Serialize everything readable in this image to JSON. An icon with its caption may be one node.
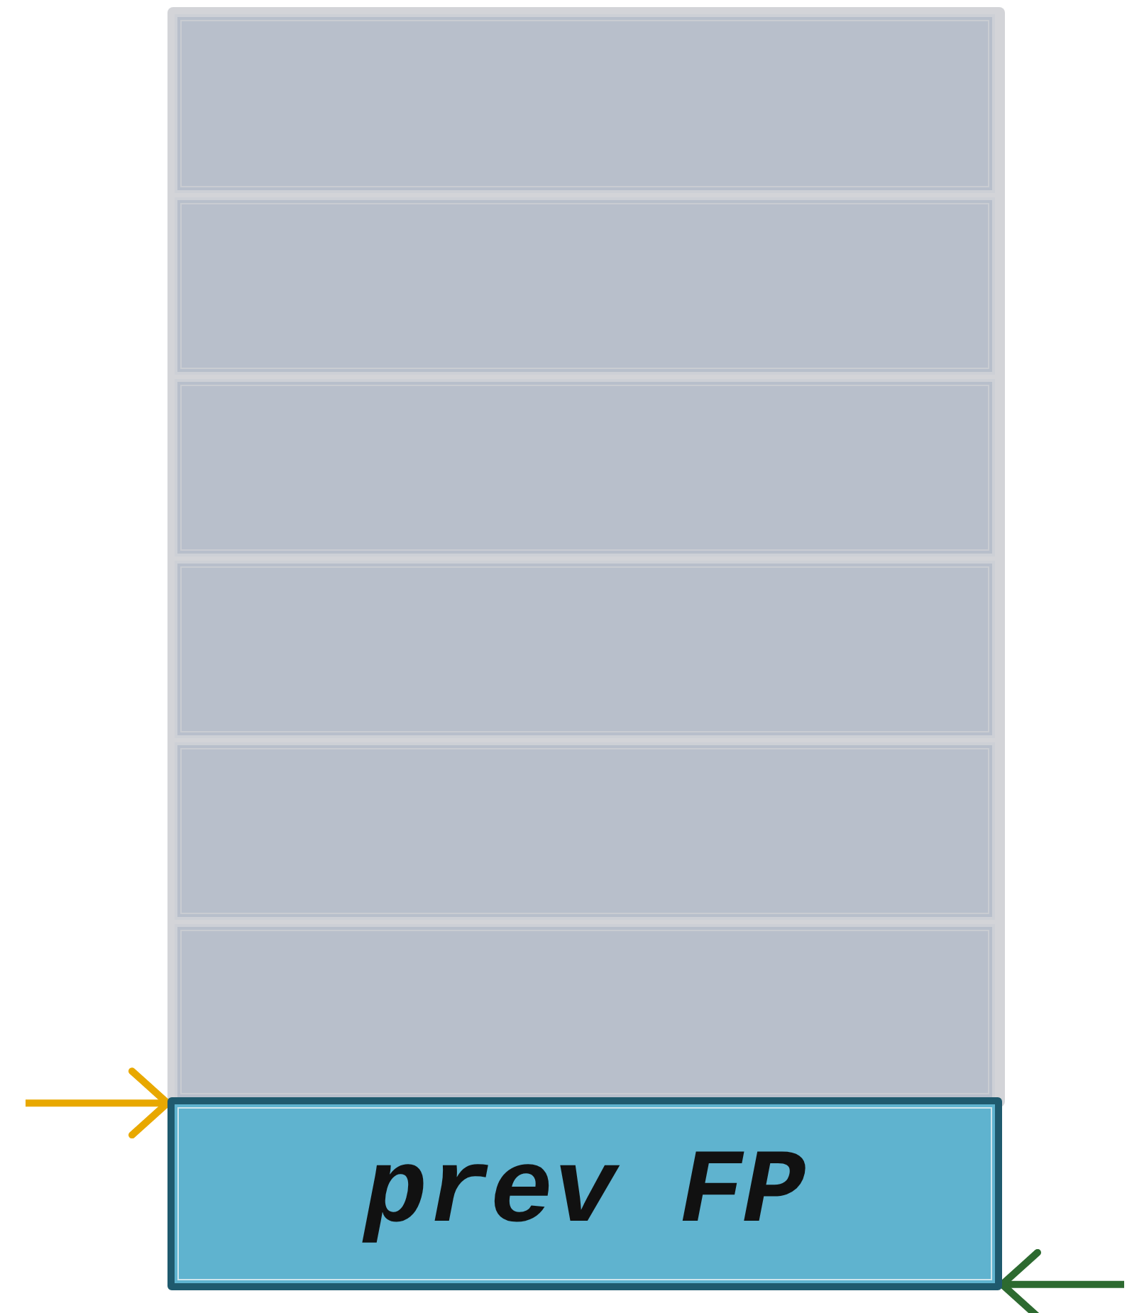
{
  "diagram": {
    "nodes": [
      {
        "text": [],
        "shape": "box"
      },
      {
        "text": [],
        "shape": "box"
      },
      {
        "text": [],
        "shape": "box"
      },
      {
        "text": [],
        "shape": "box"
      },
      {
        "text": [],
        "shape": "box"
      },
      {
        "text": [],
        "shape": "box"
      },
      {
        "text": [
          "prev FP"
        ]
      }
    ],
    "edges": [
      {
        "from": null,
        "to": 6,
        "arrow": "to",
        "color": "#e8a800"
      },
      {
        "from": null,
        "to": 6,
        "arrow": "to",
        "color": "#2d6a30"
      }
    ]
  }
}
